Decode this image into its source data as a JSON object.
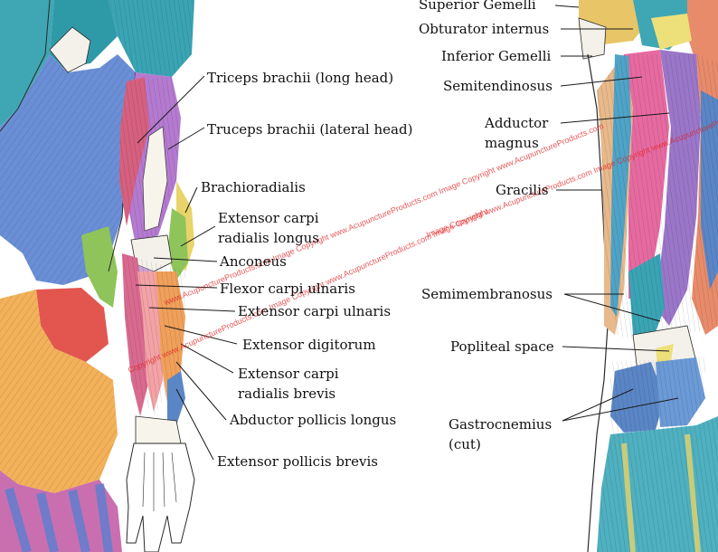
{
  "labels": {
    "triceps_long": "Triceps brachii (long head)",
    "triceps_lateral": "Truceps brachii (lateral head)",
    "brachioradialis": "Brachioradialis",
    "ecrl_line1": "Extensor carpi",
    "ecrl_line2": "radialis longus",
    "anconeus": "Anconeus",
    "fcu": "Flexor carpi ulnaris",
    "ecu": "Extensor carpi ulnaris",
    "ext_digitorum": "Extensor digitorum",
    "ecrb_line1": "Extensor carpi",
    "ecrb_line2": "radialis brevis",
    "apl": "Abductor pollicis longus",
    "epb": "Extensor pollicis brevis",
    "superior_gemelli": "Superior Gemelli",
    "obturator_internus": "Obturator internus",
    "inferior_gemelli": "Inferior Gemelli",
    "semitendinosus": "Semitendinosus",
    "adductor_line1": "Adductor",
    "adductor_line2": "magnus",
    "gracilis": "Gracilis",
    "semimembranosus": "Semimembranosus",
    "popliteal": "Popliteal space",
    "gastro_line1": "Gastrocnemius",
    "gastro_line2": "(cut)"
  },
  "watermark": {
    "text_1": "Copyright www.AcupunctureProducts.com Image Copyright www.AcupunctureProducts.com Image Copyright",
    "text_2": "www.AcupunctureProducts.com Image Copyright www.AcupunctureProducts.com Image Copyright www.AcupunctureProducts.com",
    "text_3": "Image Copyright www.AcupunctureProducts.com Image Copyright www.AcupunctureProducts.com Image Copyright"
  },
  "colors": {
    "background": "#ffffff",
    "label_text": "#111111",
    "leader_line": "#1a1a1a",
    "watermark": "#e02020",
    "muscle_teal": "#3fa7b3",
    "muscle_blue": "#6b8fd6",
    "muscle_pink": "#d6607f",
    "muscle_purple": "#9b76c9",
    "muscle_orange": "#f0a05a",
    "muscle_green": "#8fc45a",
    "muscle_yellow": "#e8d46a",
    "skin_outline": "#2a2a2a"
  }
}
